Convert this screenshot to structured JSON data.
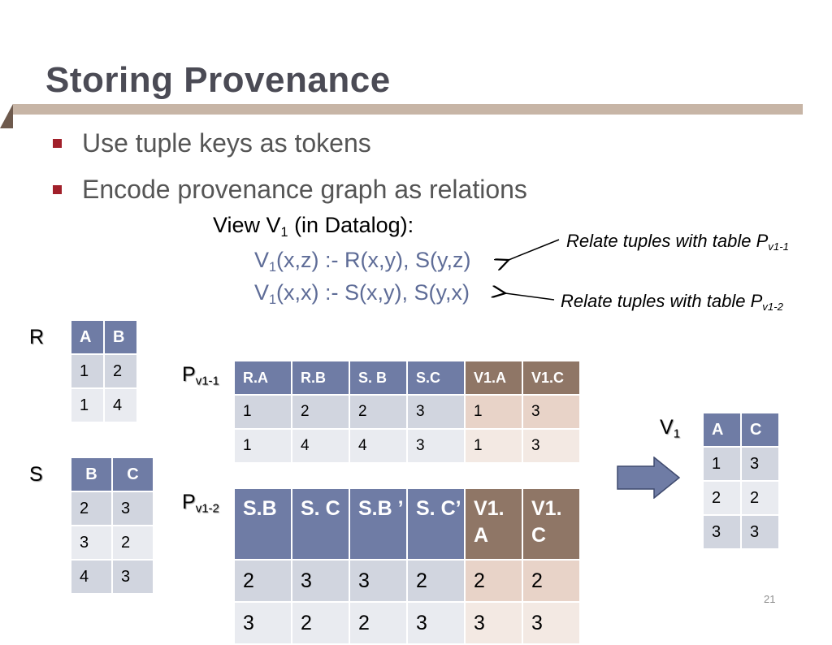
{
  "slide": {
    "title": "Storing Provenance",
    "page_number": "21",
    "bullets": [
      "Use tuple keys as tokens",
      "Encode provenance graph as relations"
    ],
    "view_heading": {
      "prefix": "View V",
      "sub": "1",
      "suffix": " (in Datalog):"
    },
    "rules": [
      {
        "head": "V",
        "sub": "1",
        "body": "(x,z) :- R(x,y), S(y,z)"
      },
      {
        "head": "V",
        "sub": "1",
        "body": "(x,x) :- S(x,y), S(y,x)"
      }
    ],
    "notes": [
      {
        "text": "Relate tuples with table P",
        "sub": "v1-1"
      },
      {
        "text": "Relate tuples with table P",
        "sub": "v1-2"
      }
    ]
  },
  "labels": {
    "R": "R",
    "S": "S",
    "P1": {
      "main": "P",
      "sub": "v1-1"
    },
    "P2": {
      "main": "P",
      "sub": "v1-2"
    },
    "V": {
      "main": "V",
      "sub": "1"
    }
  },
  "tables": {
    "R": {
      "headers": [
        "A",
        "B"
      ],
      "rows": [
        [
          "1",
          "2"
        ],
        [
          "1",
          "4"
        ]
      ]
    },
    "S": {
      "headers": [
        "B",
        "C"
      ],
      "rows": [
        [
          "2",
          "3"
        ],
        [
          "3",
          "2"
        ],
        [
          "4",
          "3"
        ]
      ]
    },
    "P1": {
      "headers": [
        "R.A",
        "R.B",
        "S. B",
        "S.C",
        "V1.A",
        "V1.C"
      ],
      "rows": [
        [
          "1",
          "2",
          "2",
          "3",
          "1",
          "3"
        ],
        [
          "1",
          "4",
          "4",
          "3",
          "1",
          "3"
        ]
      ]
    },
    "P2": {
      "headers": [
        "S.B",
        "S. C",
        "S.B ’",
        "S. C’",
        "V1. A",
        "V1. C"
      ],
      "rows": [
        [
          "2",
          "3",
          "3",
          "2",
          "2",
          "2"
        ],
        [
          "3",
          "2",
          "2",
          "3",
          "3",
          "3"
        ]
      ]
    },
    "V": {
      "headers": [
        "A",
        "C"
      ],
      "rows": [
        [
          "1",
          "3"
        ],
        [
          "2",
          "2"
        ],
        [
          "3",
          "3"
        ]
      ]
    }
  },
  "colors": {
    "accent_red": "#a1202a",
    "header_blue": "#6f7ca5",
    "header_brown": "#8f7666",
    "row_blue": "#d1d5df",
    "row_brown": "#e8d3c8",
    "rule_text": "#5e6c97",
    "arrow_fill": "#6f7ca5"
  }
}
